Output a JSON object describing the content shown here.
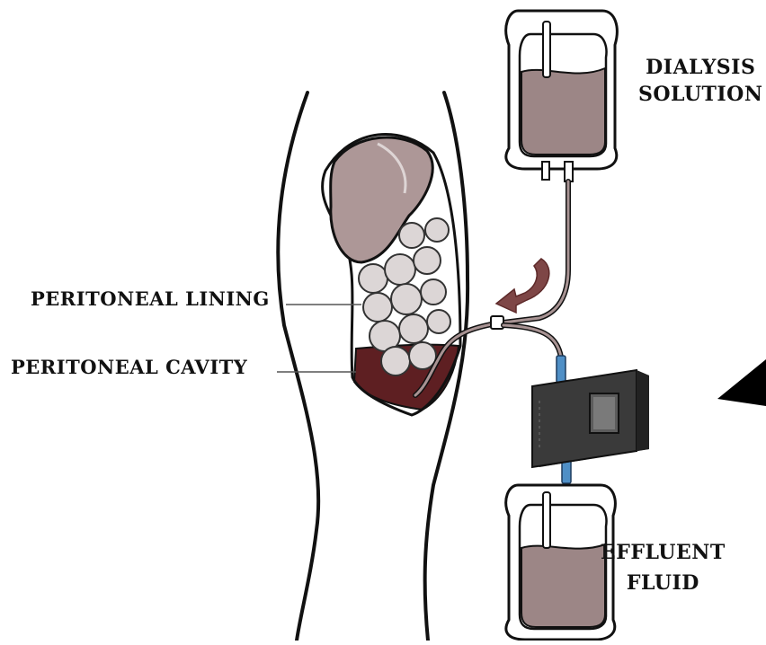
{
  "labels": {
    "dialysis_line1": "DIALYSIS",
    "dialysis_line2": "SOLUTION",
    "effluent_line1": "EFFLUENT",
    "effluent_line2": "FLUID",
    "peritoneal_lining": "PERITONEAL LINING",
    "peritoneal_cavity": "PERITONEAL CAVITY"
  },
  "colors": {
    "fluid": "#9c8686",
    "organ": "#ad9797",
    "cavity": "#5e1f22",
    "arrow": "#7e4646",
    "device": "#2f2f2f",
    "connector": "#4f8fc6",
    "outline": "#111111"
  }
}
